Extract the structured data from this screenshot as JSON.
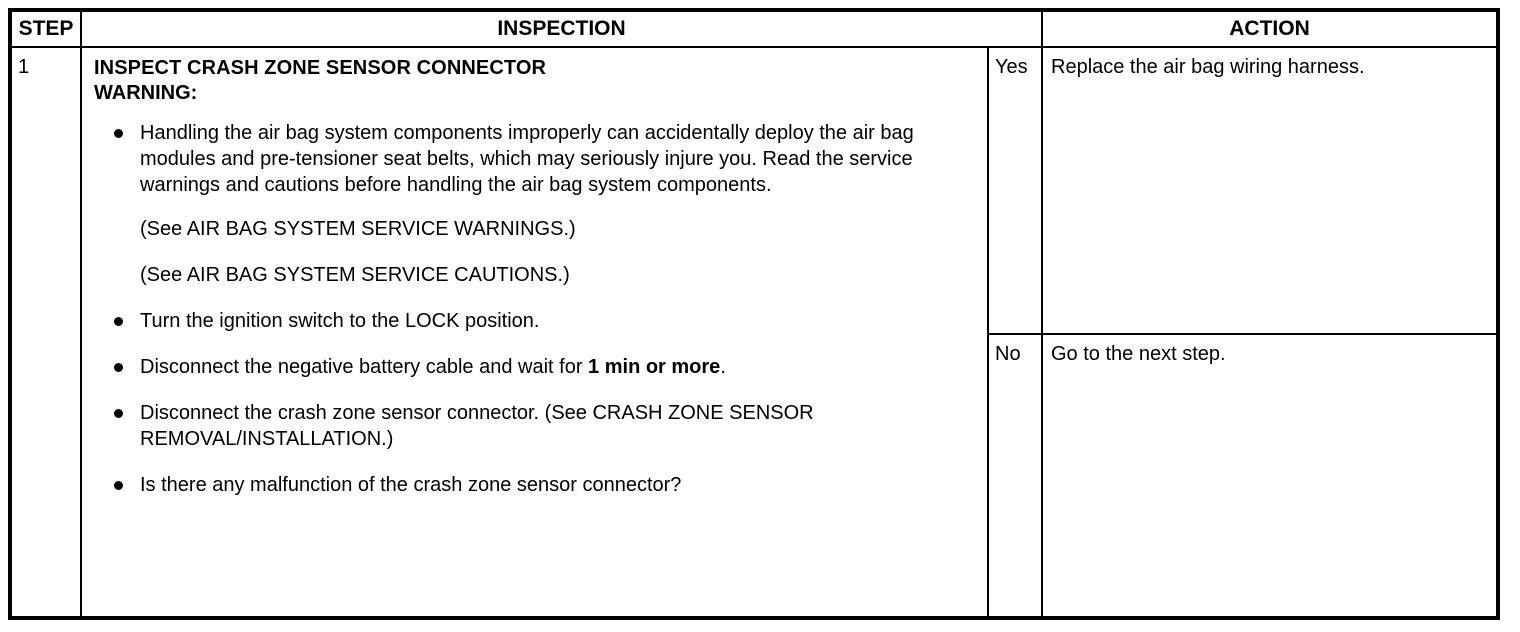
{
  "table": {
    "headers": {
      "step": "STEP",
      "inspection": "INSPECTION",
      "action": "ACTION"
    },
    "row": {
      "step_number": "1",
      "inspection": {
        "title": "INSPECT CRASH ZONE SENSOR CONNECTOR",
        "warning_label": "WARNING:",
        "bullets": [
          "Handling the air bag system components improperly can accidentally deploy the air bag modules and pre-tensioner seat belts, which may seriously injure you. Read the service warnings and cautions before handling the air bag system components.",
          "Turn the ignition switch to the LOCK position.",
          "Disconnect the crash zone sensor connector. (See CRASH ZONE SENSOR REMOVAL/INSTALLATION.)",
          "Is there any malfunction of the crash zone sensor connector?"
        ],
        "reference_warnings": "(See AIR BAG SYSTEM SERVICE WARNINGS.)",
        "reference_cautions": "(See AIR BAG SYSTEM SERVICE CAUTIONS.)",
        "battery_bullet_prefix": "Disconnect the negative battery cable and wait for ",
        "battery_bullet_emphasis": "1 min or more",
        "battery_bullet_suffix": "."
      },
      "branches": [
        {
          "label": "Yes",
          "action": "Replace the air bag wiring harness."
        },
        {
          "label": "No",
          "action": "Go to the next step."
        }
      ]
    }
  },
  "colors": {
    "border": "#000000",
    "text": "#000000",
    "background": "#ffffff"
  }
}
